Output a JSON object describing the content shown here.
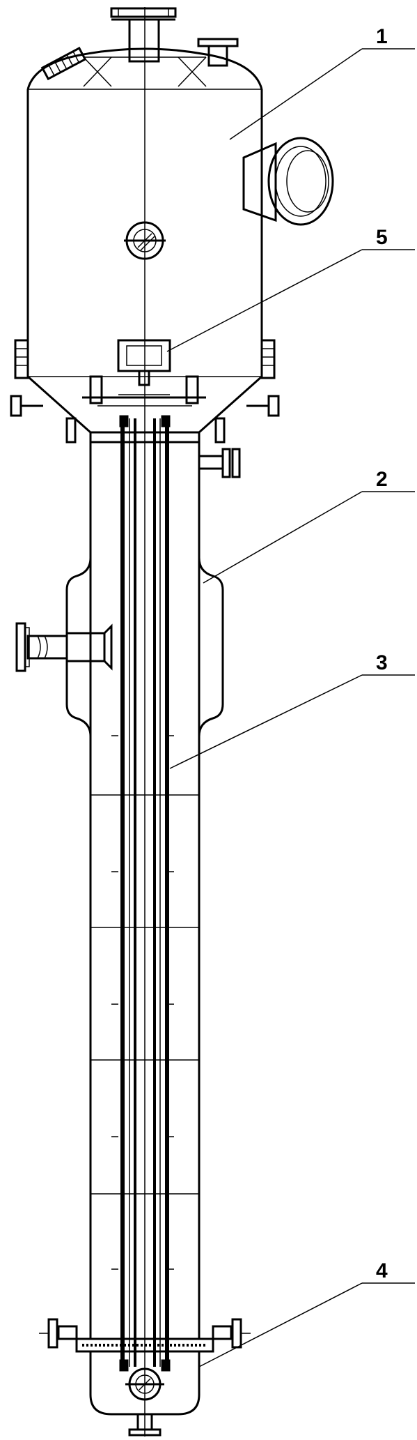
{
  "diagram": {
    "labels": [
      {
        "id": "label-1",
        "text": "1"
      },
      {
        "id": "label-5",
        "text": "5"
      },
      {
        "id": "label-2",
        "text": "2"
      },
      {
        "id": "label-3",
        "text": "3"
      },
      {
        "id": "label-4",
        "text": "4"
      }
    ],
    "colors": {
      "line": "#000000",
      "background": "#ffffff"
    }
  }
}
